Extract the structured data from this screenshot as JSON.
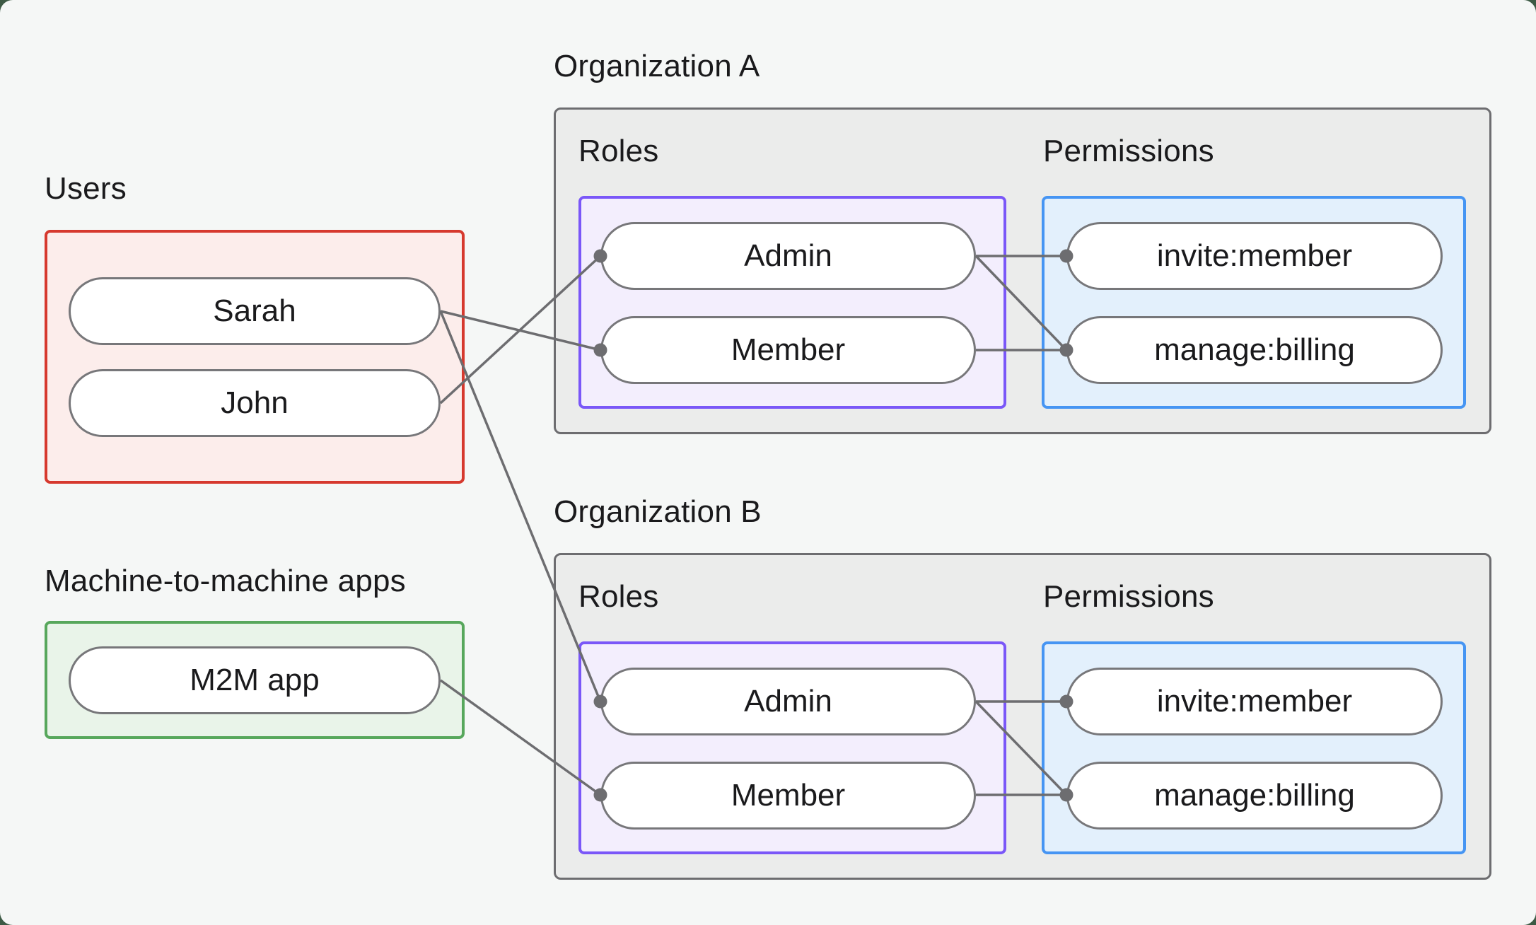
{
  "users_group": {
    "label": "Users",
    "items": [
      {
        "name": "Sarah"
      },
      {
        "name": "John"
      }
    ]
  },
  "m2m_group": {
    "label": "Machine-to-machine apps",
    "items": [
      {
        "name": "M2M app"
      }
    ]
  },
  "orgs": [
    {
      "title": "Organization A",
      "roles_label": "Roles",
      "permissions_label": "Permissions",
      "roles": [
        {
          "name": "Admin"
        },
        {
          "name": "Member"
        }
      ],
      "permissions": [
        {
          "name": "invite:member"
        },
        {
          "name": "manage:billing"
        }
      ]
    },
    {
      "title": "Organization B",
      "roles_label": "Roles",
      "permissions_label": "Permissions",
      "roles": [
        {
          "name": "Admin"
        },
        {
          "name": "Member"
        }
      ],
      "permissions": [
        {
          "name": "invite:member"
        },
        {
          "name": "manage:billing"
        }
      ]
    }
  ],
  "connections": [
    {
      "from": "Sarah",
      "to": "Organization A / Member"
    },
    {
      "from": "Sarah",
      "to": "Organization B / Admin"
    },
    {
      "from": "John",
      "to": "Organization A / Admin"
    },
    {
      "from": "M2M app",
      "to": "Organization B / Member"
    },
    {
      "from": "Organization A / Admin",
      "to": "Organization A / invite:member"
    },
    {
      "from": "Organization A / Admin",
      "to": "Organization A / manage:billing"
    },
    {
      "from": "Organization A / Member",
      "to": "Organization A / manage:billing"
    },
    {
      "from": "Organization B / Admin",
      "to": "Organization B / invite:member"
    },
    {
      "from": "Organization B / Admin",
      "to": "Organization B / manage:billing"
    },
    {
      "from": "Organization B / Member",
      "to": "Organization B / manage:billing"
    }
  ],
  "colors": {
    "page_background": "#f5f7f6",
    "outer_background": "#3d5a45",
    "users_border": "#d6392e",
    "users_fill": "#fcedeb",
    "m2m_border": "#57a75c",
    "m2m_fill": "#e9f4e9",
    "org_border": "#6d6d70",
    "org_fill": "#ebeceb",
    "roles_border": "#7a57f8",
    "roles_fill": "#f3eefd",
    "permissions_border": "#4695f3",
    "permissions_fill": "#e3f0fc",
    "pill_border": "#77777a",
    "edge_line": "#6d6d70",
    "text": "#1a1a1c"
  }
}
